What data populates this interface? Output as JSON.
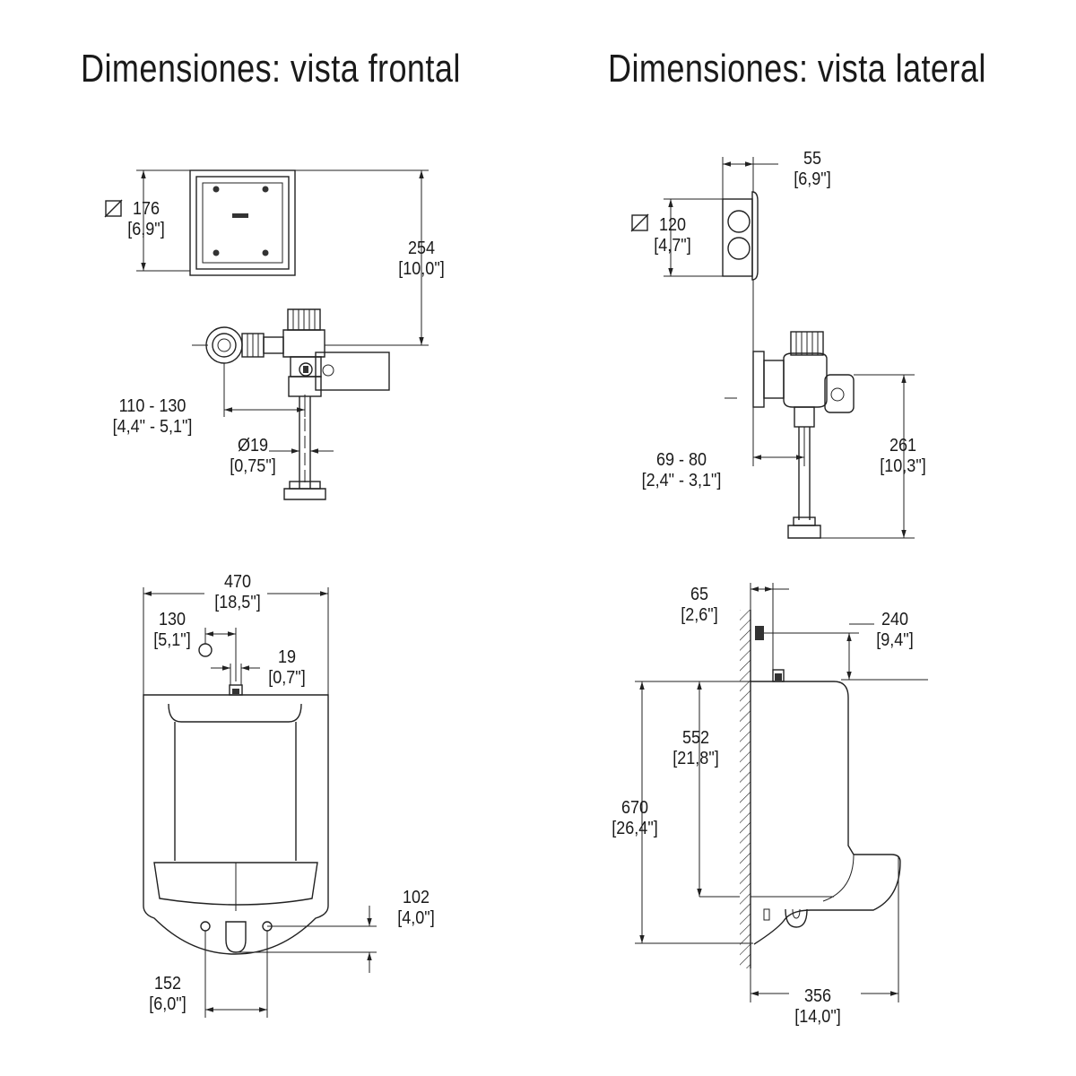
{
  "titles": {
    "front": "Dimensiones: vista frontal",
    "side": "Dimensiones: vista lateral"
  },
  "front_view": {
    "plate_size": {
      "mm": "176",
      "in": "[6,9\"]"
    },
    "height_to_plate": {
      "mm": "254",
      "in": "[10,0\"]"
    },
    "valve_offset": {
      "mm": "110 - 130",
      "in": "[4,4\" - 5,1\"]"
    },
    "pipe_diameter": {
      "mm": "Ø19",
      "in": "[0,75\"]"
    },
    "urinal_width": {
      "mm": "470",
      "in": "[18,5\"]"
    },
    "inlet_offset": {
      "mm": "130",
      "in": "[5,1\"]"
    },
    "spud_size": {
      "mm": "19",
      "in": "[0,7\"]"
    },
    "outlet_height": {
      "mm": "102",
      "in": "[4,0\"]"
    },
    "bolt_spacing": {
      "mm": "152",
      "in": "[6,0\"]"
    }
  },
  "side_view": {
    "plate_depth": {
      "mm": "55",
      "in": "[6,9\"]"
    },
    "plate_size": {
      "mm": "120",
      "in": "[4,7\"]"
    },
    "valve_depth": {
      "mm": "69 - 80",
      "in": "[2,4\" - 3,1\"]"
    },
    "valve_height": {
      "mm": "261",
      "in": "[10,3\"]"
    },
    "wall_offset": {
      "mm": "65",
      "in": "[2,6\"]"
    },
    "spud_height": {
      "mm": "240",
      "in": "[9,4\"]"
    },
    "urinal_height": {
      "mm": "552",
      "in": "[21,8\"]"
    },
    "total_height": {
      "mm": "670",
      "in": "[26,4\"]"
    },
    "urinal_depth": {
      "mm": "356",
      "in": "[14,0\"]"
    }
  }
}
